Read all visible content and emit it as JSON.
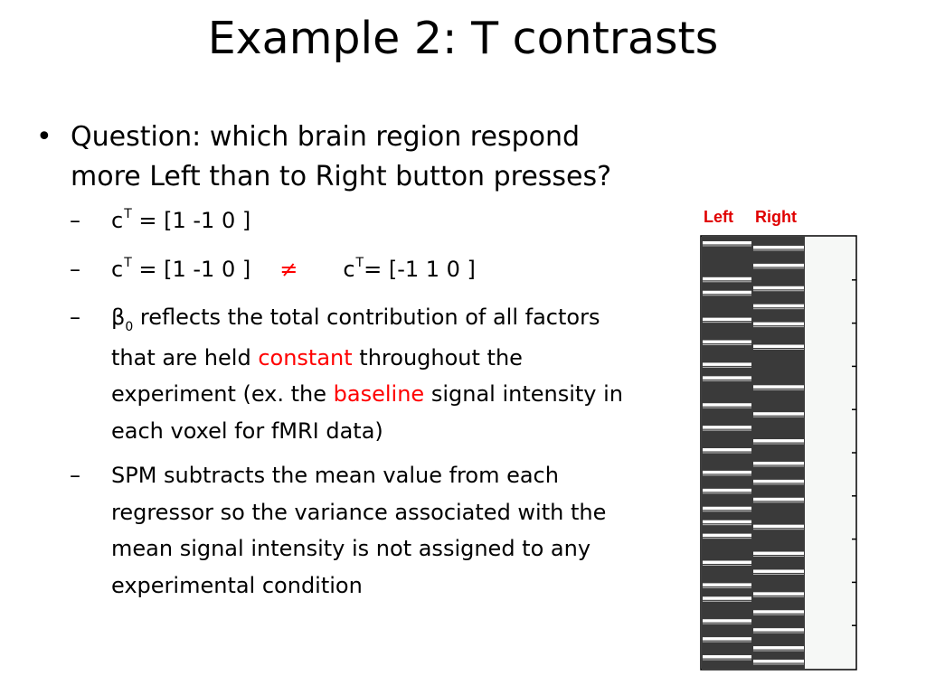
{
  "slide": {
    "title": "Example 2: T contrasts",
    "bullet_glyph": "•",
    "dash_glyph": "–",
    "question": "Question: which brain region respond more Left than to Right button presses?",
    "sub_items": [
      {
        "p1": "c",
        "sup1": "T",
        "p2": " = [1 -1  0 ]"
      },
      {
        "p1": "c",
        "sup1": "T",
        "p2": " = [1 -1  0 ]",
        "neq": "≠",
        "p3": "c",
        "sup2": "T",
        "p4": "= [-1  1  0 ]"
      },
      {
        "beta": "β",
        "beta_sub": "0",
        "t1": " reflects the total contribution of all factors that are held ",
        "h1": "constant",
        "t2": " throughout the experiment (ex. the ",
        "h2": "baseline",
        "t3": " signal intensity  in each voxel for fMRI data)"
      },
      {
        "text": "SPM subtracts the mean value from each regressor so the variance associated with the mean signal intensity is not assigned to any experimental condition"
      }
    ]
  },
  "design_matrix": {
    "labels": [
      "Left",
      "Right"
    ],
    "label_color": "#e00000",
    "on_color": "#ffffff",
    "off_color": "#3a3a3a",
    "constant_color": "#f6f8f6",
    "n_scans": 96,
    "left_onsets": [
      1,
      9,
      12,
      18,
      23,
      28,
      31,
      37,
      42,
      47,
      52,
      56,
      60,
      63,
      66,
      72,
      77,
      80,
      85,
      89,
      93
    ],
    "right_onsets": [
      2,
      6,
      11,
      15,
      19,
      24,
      33,
      39,
      45,
      50,
      54,
      58,
      64,
      70,
      74,
      79,
      83,
      87,
      91,
      94
    ]
  }
}
